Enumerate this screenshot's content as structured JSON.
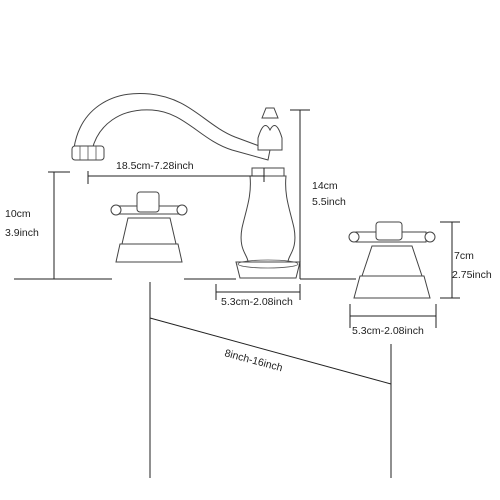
{
  "dimensions": {
    "spout_reach": "18.5cm-7.28inch",
    "spout_height_cm": "10cm",
    "spout_height_inch": "3.9inch",
    "faucet_height_cm": "14cm",
    "faucet_height_inch": "5.5inch",
    "faucet_base": "5.3cm-2.08inch",
    "handle_height_cm": "7cm",
    "handle_height_inch": "2.75inch",
    "handle_base": "5.3cm-2.08inch",
    "spread": "8inch-16inch"
  }
}
